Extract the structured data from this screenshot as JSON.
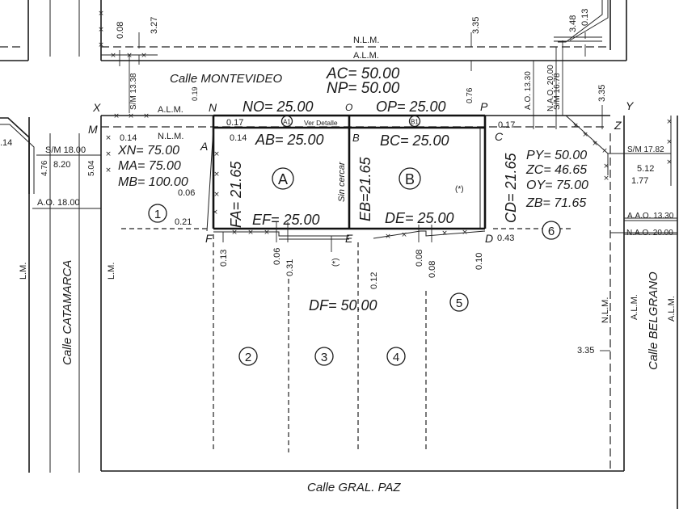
{
  "streets": {
    "north": "Calle MONTEVIDEO",
    "south": "Calle GRAL. PAZ",
    "west": "Calle CATAMARCA",
    "east": "Calle BELGRANO"
  },
  "line_labels": {
    "nlm": "N.L.M.",
    "alm": "A.L.M.",
    "lm": "L.M.",
    "ao_west": "A.O. 18.00",
    "sm_west": "S/M 18.00",
    "sm_north": "S/M 13.38",
    "sm_ne": "S/M 16.78",
    "sm_east": "S/M 17.82",
    "ao_north": "A.O. 13.30",
    "nao_north": "N.A.O. 20.00",
    "aao_east": "A.A.O. 13.30",
    "nao_east": "N.A.O. 20.00",
    "ver_detalle": "Ver Detalle",
    "sin_cercar": "Sin cercar"
  },
  "points": [
    "X",
    "M",
    "A",
    "N",
    "O",
    "P",
    "Y",
    "Z",
    "C",
    "B",
    "F",
    "E",
    "D"
  ],
  "measures": {
    "AC": "AC= 50.00",
    "NP": "NP= 50.00",
    "NO": "NO= 25.00",
    "OP": "OP= 25.00",
    "AB": "AB= 25.00",
    "BC": "BC= 25.00",
    "EF": "EF= 25.00",
    "DE": "DE= 25.00",
    "FA": "FA= 21.65",
    "EB": "EB=21.65",
    "CD": "CD= 21.65",
    "DF": "DF= 50.00",
    "XN": "XN= 75.00",
    "MA": "MA= 75.00",
    "MB": "MB= 100.00",
    "PY": "PY= 50.00",
    "ZC": "ZC= 46.65",
    "OY": "OY= 75.00",
    "ZB": "ZB= 71.65"
  },
  "small_dims": {
    "d008": "0.08",
    "d327": "3.27",
    "d335_top": "3.35",
    "d348": "3.48",
    "d013_top": "0.13",
    "d019": "0.19",
    "d076": "0.76",
    "d335_ne": "3.35",
    "d017_left": "0.17",
    "d017_right": "0.17",
    "d014_m": "0.14",
    "d014_a": "0.14",
    "d014_far": ".14",
    "d476": "4.76",
    "d820": "8.20",
    "d504": "5.04",
    "d006": "0.06",
    "d021": "0.21",
    "d013_f": "0.13",
    "d006_b": "0.06",
    "d031": "0.31",
    "d012": "0.12",
    "d008_a": "0.08",
    "d008_b": "0.08",
    "d010": "0.10",
    "d043": "0.43",
    "d512": "5.12",
    "d177": "1.77",
    "d335_east": "3.35",
    "star": "(*)"
  },
  "parcels": {
    "A": "A",
    "B": "B",
    "A1": "A1",
    "B1": "B1",
    "p1": "1",
    "p2": "2",
    "p3": "3",
    "p4": "4",
    "p5": "5",
    "p6": "6"
  }
}
